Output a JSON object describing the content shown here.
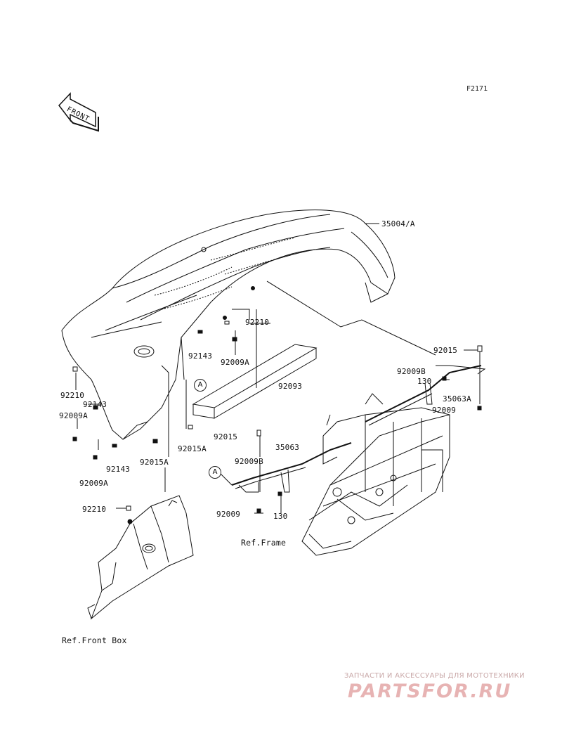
{
  "diagram": {
    "figure_code": "F2171",
    "front_label": "FRONT",
    "marker": "A",
    "part_labels": {
      "p35004A": "35004/A",
      "p92210_top": "92210",
      "p92143_top": "92143",
      "p92009A_top": "92009A",
      "p92093": "92093",
      "p92210_left": "92210",
      "p92143_left": "92143",
      "p92009A_left": "92009A",
      "p92143_mid": "92143",
      "p92015A_mid": "92015A",
      "p92009A_low": "92009A",
      "p92015A_right": "92015A",
      "p92015_frame": "92015",
      "p35063": "35063",
      "p92009B_frame": "92009B",
      "p92009_frame": "92009",
      "p130_frame": "130",
      "p92015_right": "92015",
      "p92009B_right": "92009B",
      "p130_right": "130",
      "p35063A": "35063A",
      "p92009_right": "92009",
      "p92210_box": "92210"
    },
    "refs": {
      "frame": "Ref.Frame",
      "front_box": "Ref.Front Box"
    }
  },
  "watermark": {
    "caption": "ЗАПЧАСТИ И АКСЕССУАРЫ ДЛЯ МОТОТЕХНИКИ",
    "logo": "PARTSFOR.RU",
    "color": "#e7b3b3"
  }
}
